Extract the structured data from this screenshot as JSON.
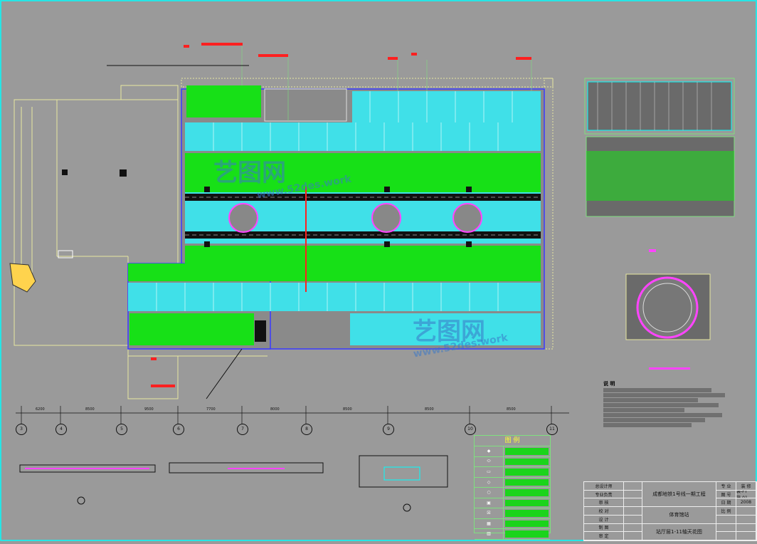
{
  "drawing": {
    "title_block": {
      "project": "成都地铁1号线一期工程",
      "sub_project": "体育馆站",
      "drawing_name": "站厅层1-11轴天花图",
      "rows": [
        "总设计师",
        "专业负责",
        "审 核",
        "校 对",
        "设 计",
        "制 图",
        "审 定"
      ],
      "right_labels": [
        "专 业",
        "图 号",
        "日 期",
        "比 例"
      ],
      "right_values": [
        "装 修",
        "装-FT施-01",
        "2008"
      ]
    },
    "legend": {
      "header": "图 例",
      "items": [
        "",
        "",
        "",
        "",
        "",
        "",
        "",
        "",
        ""
      ]
    },
    "notes_header": "说 明",
    "axis_numbers": [
      "3",
      "4",
      "5",
      "6",
      "7",
      "8",
      "9",
      "10",
      "11"
    ],
    "dim_values": [
      "6200",
      "8500",
      "9500",
      "7700",
      "8000",
      "8500",
      "8500",
      "8500"
    ],
    "watermark": {
      "brand": "艺图网",
      "url": "www.52des.work"
    }
  }
}
